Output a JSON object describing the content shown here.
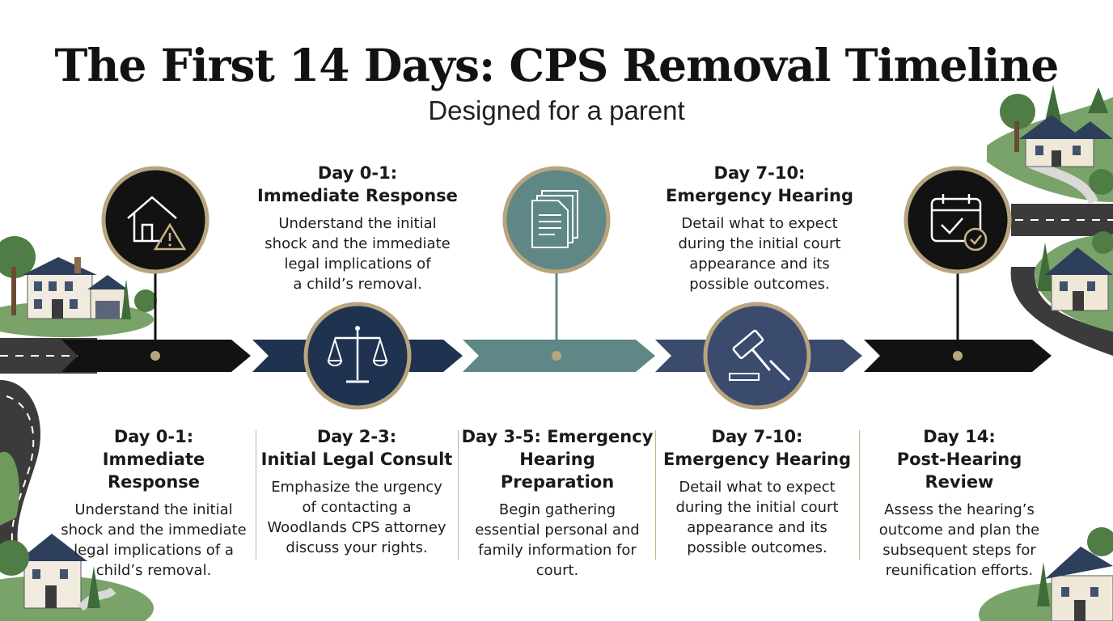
{
  "header": {
    "title": "The First 14 Days: CPS Removal Timeline",
    "subtitle": "Designed for a parent"
  },
  "colors": {
    "black": "#121212",
    "navy": "#1f3350",
    "teal": "#5f8786",
    "slate": "#3b4b6e",
    "gold": "#b8a57e"
  },
  "top_labels": [
    {
      "day": "Day 0-1:",
      "name": "Immediate Response",
      "desc": [
        "Understand the initial",
        "shock and the immediate",
        "legal implications of",
        "a child’s removal."
      ]
    },
    {
      "day": "Day 7-10:",
      "name": "Emergency Hearing",
      "desc": [
        "Detail what to expect",
        "during the initial court",
        "appearance and its",
        "possible outcomes."
      ]
    }
  ],
  "stages": [
    {
      "day": "Day 0-1:",
      "name": "Immediate Response",
      "desc": [
        "Understand the initial",
        "shock and the immediate",
        "legal implications of a",
        "child’s removal."
      ],
      "icon": "house-warning-icon",
      "color": "#121212"
    },
    {
      "day": "Day 2-3:",
      "name": "Initial Legal Consult",
      "desc": [
        "Emphasize the urgency",
        "of contacting a",
        "Woodlands CPS attorney",
        "discuss your rights."
      ],
      "icon": "scales-icon",
      "color": "#1f3350"
    },
    {
      "day": "Day 3-5: Emergency",
      "name": "Hearing Preparation",
      "desc": [
        "Begin gathering",
        "essential personal and",
        "family information for",
        "court."
      ],
      "icon": "documents-icon",
      "color": "#5f8786"
    },
    {
      "day": "Day 7-10:",
      "name": "Emergency Hearing",
      "desc": [
        "Detail what to expect",
        "during the initial court",
        "appearance and its",
        "possible outcomes."
      ],
      "icon": "gavel-icon",
      "color": "#3b4b6e"
    },
    {
      "day": "Day 14:",
      "name": "Post-Hearing Review",
      "desc": [
        "Assess the hearing’s",
        "outcome and plan the",
        "subsequent steps for",
        "reunification efforts."
      ],
      "icon": "calendar-check-icon",
      "color": "#121212"
    }
  ]
}
